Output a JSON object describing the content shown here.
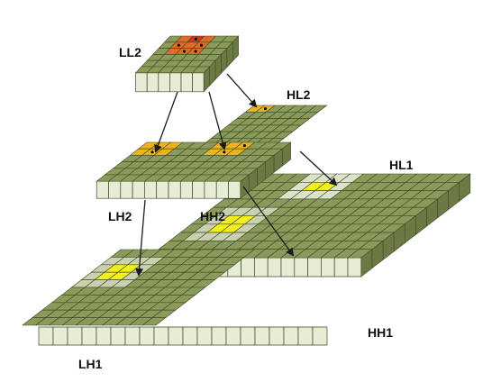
{
  "labels": {
    "ll2": "LL2",
    "hl2": "HL2",
    "lh2": "LH2",
    "hh2": "HH2",
    "hl1": "HL1",
    "lh1": "LH1",
    "hh1": "HH1"
  },
  "colors": {
    "cell_green": "#8a9a5b",
    "cell_green_dark": "#6b7a45",
    "cell_light": "#c9d1b0",
    "cell_faint": "#dde2cc",
    "highlight_yellow": "#f2ef1d",
    "highlight_orange": "#f0b21c",
    "highlight_red": "#d6361a",
    "front_face": "#e7ecd6",
    "grid_line": "#3f4a24",
    "arrow": "#1a1a1a"
  }
}
